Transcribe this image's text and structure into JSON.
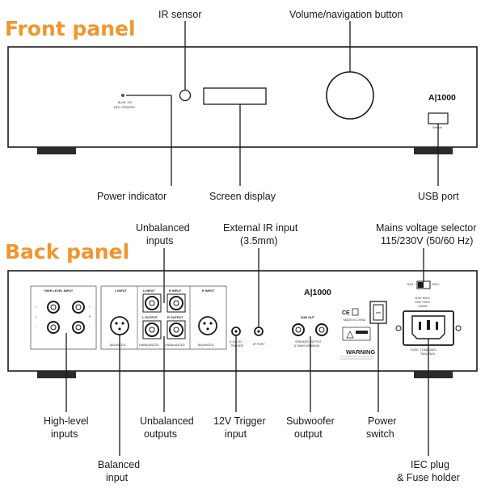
{
  "front": {
    "section_title": "Front panel",
    "brand": "A|1000",
    "power_led_text_1": "BLUE: ON",
    "power_led_text_2": "RED: STANDBY",
    "usb_small_label": "Service",
    "callouts": {
      "ir_sensor": "IR sensor",
      "volume": "Volume/navigation button",
      "power_indicator": "Power indicator",
      "screen_display": "Screen display",
      "usb_port": "USB port"
    }
  },
  "back": {
    "section_title": "Back panel",
    "brand": "A|1000",
    "panel_text": {
      "high_level_input": "HIGH LEVEL INPUT",
      "l_input": "L  INPUT",
      "r_input": "R  INPUT",
      "l_output": "L  OUTPUT",
      "r_output": "R  OUTPUT",
      "balanced_left": "BALANCED",
      "unbalanced_left": "UNBALANCED",
      "unbalanced_right": "UNBALANCED",
      "balanced_right": "BALANCED",
      "trigger": "5-12V DC",
      "trigger_2": "TRIGGER",
      "ir_port": "IR PORT",
      "sub_out": "SUB OUT",
      "speaker_output": "SPEAKER OUTPUT",
      "speaker_output_2": "8 OHMS MINIMUM",
      "made_in": "MADE IN CHINA",
      "warning": "WARNING",
      "voltage_115": "115V~",
      "voltage_230": "230V~",
      "voltage_line_1": "115V~60Hz",
      "voltage_line_2": "230V~50Hz",
      "voltage_line_3": "1200W",
      "fuse_line_1": "FUSE: T15AL/250V",
      "fuse_line_2": "T8AL/250V",
      "hl_plus": "+",
      "hl_minus": "−",
      "hl_l": "L",
      "hl_r": "R"
    },
    "callouts": {
      "unbalanced_inputs_1": "Unbalanced",
      "unbalanced_inputs_2": "inputs",
      "external_ir_1": "External IR input",
      "external_ir_2": "(3.5mm)",
      "mains_1": "Mains voltage selector",
      "mains_2": "115/230V (50/60 Hz)",
      "high_level_1": "High-level",
      "high_level_2": "inputs",
      "unbalanced_outputs_1": "Unbalanced",
      "unbalanced_outputs_2": "outputs",
      "trigger_1": "12V Trigger",
      "trigger_2": "input",
      "subwoofer_1": "Subwoofer",
      "subwoofer_2": "output",
      "power_switch_1": "Power",
      "power_switch_2": "switch",
      "balanced_1": "Balanced",
      "balanced_2": "input",
      "iec_1": "IEC plug",
      "iec_2": "& Fuse holder"
    }
  }
}
